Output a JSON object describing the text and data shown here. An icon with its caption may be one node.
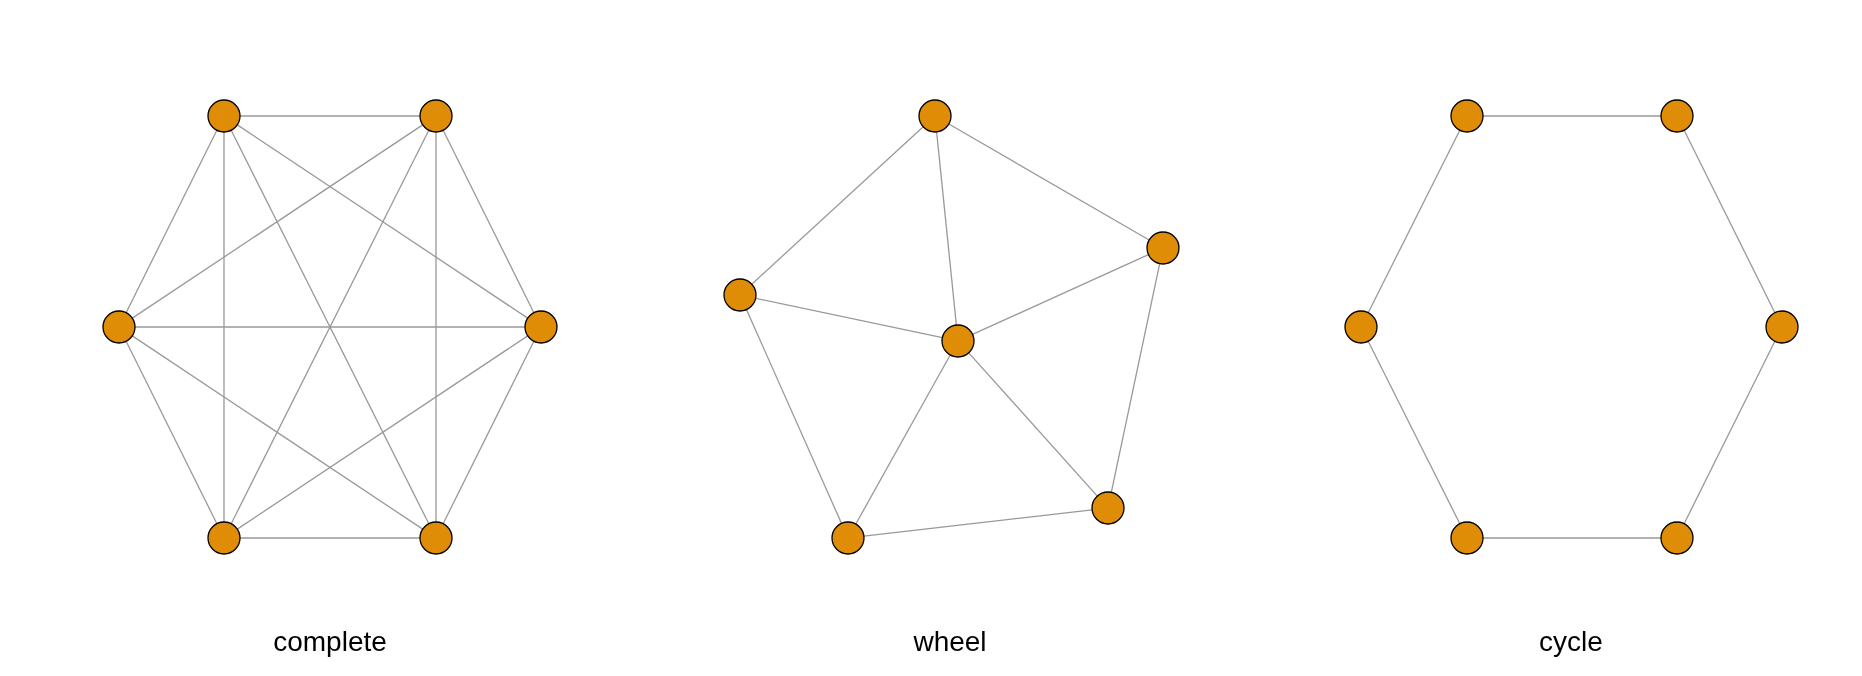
{
  "diagram": {
    "nodes": [
      {
        "text": [],
        "shape": "circle"
      },
      {
        "text": [],
        "shape": "circle"
      },
      {
        "text": [],
        "shape": "circle"
      },
      {
        "text": [],
        "shape": "circle"
      },
      {
        "text": [],
        "shape": "circle"
      },
      {
        "text": [],
        "shape": "circle"
      },
      {
        "text": [],
        "shape": "circle"
      },
      {
        "text": [],
        "shape": "circle"
      },
      {
        "text": [],
        "shape": "circle"
      },
      {
        "text": [],
        "shape": "circle"
      },
      {
        "text": [],
        "shape": "circle"
      },
      {
        "text": [],
        "shape": "circle"
      },
      {
        "text": [],
        "shape": "circle"
      },
      {
        "text": [],
        "shape": "circle"
      },
      {
        "text": [],
        "shape": "circle"
      },
      {
        "text": [],
        "shape": "circle"
      },
      {
        "text": [],
        "shape": "circle"
      },
      {
        "text": [],
        "shape": "circle"
      }
    ],
    "edges": [
      {
        "from": 0,
        "to": 1,
        "arrow": "none"
      },
      {
        "from": 0,
        "to": 2,
        "arrow": "none"
      },
      {
        "from": 0,
        "to": 3,
        "arrow": "none"
      },
      {
        "from": 0,
        "to": 4,
        "arrow": "none"
      },
      {
        "from": 0,
        "to": 5,
        "arrow": "none"
      },
      {
        "from": 1,
        "to": 2,
        "arrow": "none"
      },
      {
        "from": 1,
        "to": 3,
        "arrow": "none"
      },
      {
        "from": 1,
        "to": 4,
        "arrow": "none"
      },
      {
        "from": 1,
        "to": 5,
        "arrow": "none"
      },
      {
        "from": 2,
        "to": 3,
        "arrow": "none"
      },
      {
        "from": 2,
        "to": 4,
        "arrow": "none"
      },
      {
        "from": 2,
        "to": 5,
        "arrow": "none"
      },
      {
        "from": 3,
        "to": 4,
        "arrow": "none"
      },
      {
        "from": 3,
        "to": 5,
        "arrow": "none"
      },
      {
        "from": 4,
        "to": 5,
        "arrow": "none"
      },
      {
        "from": 6,
        "to": 7,
        "arrow": "none"
      },
      {
        "from": 7,
        "to": 11,
        "arrow": "none"
      },
      {
        "from": 11,
        "to": 10,
        "arrow": "none"
      },
      {
        "from": 10,
        "to": 8,
        "arrow": "none"
      },
      {
        "from": 8,
        "to": 6,
        "arrow": "none"
      },
      {
        "from": 9,
        "to": 6,
        "arrow": "none"
      },
      {
        "from": 9,
        "to": 7,
        "arrow": "none"
      },
      {
        "from": 9,
        "to": 8,
        "arrow": "none"
      },
      {
        "from": 9,
        "to": 10,
        "arrow": "none"
      },
      {
        "from": 9,
        "to": 11,
        "arrow": "none"
      },
      {
        "from": 12,
        "to": 13,
        "arrow": "none"
      },
      {
        "from": 13,
        "to": 14,
        "arrow": "none"
      },
      {
        "from": 14,
        "to": 15,
        "arrow": "none"
      },
      {
        "from": 15,
        "to": 16,
        "arrow": "none"
      },
      {
        "from": 16,
        "to": 17,
        "arrow": "none"
      },
      {
        "from": 17,
        "to": 12,
        "arrow": "none"
      }
    ],
    "labels": [
      "complete",
      "wheel",
      "cycle"
    ]
  }
}
